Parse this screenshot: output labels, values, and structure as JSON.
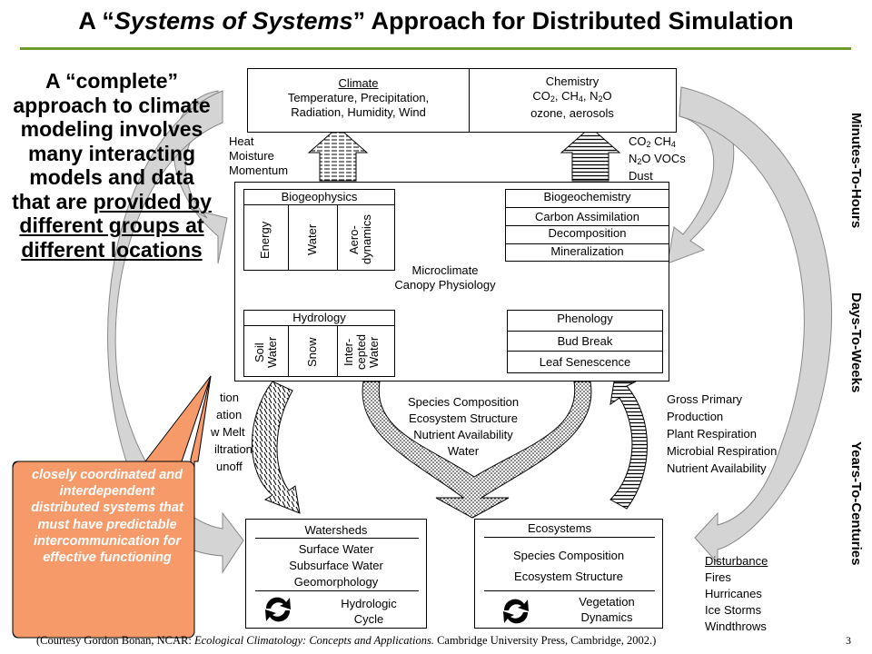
{
  "title": {
    "pre": "A “",
    "italic": "Systems of Systems",
    "post": "” Approach for Distributed Simulation"
  },
  "left_text": {
    "pre": "A “complete” approach to climate modeling involves many interacting models and data that are ",
    "underlined": "provided by different groups at different locations"
  },
  "callout": "closely coordinated and interdependent distributed systems that must have predictable intercommunication for effective functioning",
  "climate": {
    "title": "Climate",
    "line1": "Temperature, Precipitation,",
    "line2": "Radiation, Humidity, Wind"
  },
  "chemistry": {
    "title": "Chemistry",
    "line1": "CO2, CH4, N2O",
    "line2": "ozone, aerosols"
  },
  "flux_left": [
    "Heat",
    "Moisture",
    "Momentum"
  ],
  "flux_right": [
    "CO2 CH4",
    "N2O VOCs",
    "Dust"
  ],
  "biogeophysics": {
    "title": "Biogeophysics",
    "cols": [
      "Energy",
      "Water",
      "Aero-dynamics"
    ]
  },
  "biogeochemistry": {
    "title": "Biogeochemistry",
    "rows": [
      "Carbon Assimilation",
      "Decomposition",
      "Mineralization"
    ]
  },
  "microclimate": [
    "Microclimate",
    "Canopy Physiology"
  ],
  "hydrology": {
    "title": "Hydrology",
    "cols": [
      "Soil Water",
      "Snow",
      "Inter-cepted Water"
    ]
  },
  "phenology": {
    "title": "Phenology",
    "rows": [
      "Bud Break",
      "Leaf Senescence"
    ]
  },
  "hydro_flux": [
    "tion",
    "ation",
    "w Melt",
    "iltration",
    "unoff"
  ],
  "species_center": [
    "Species Composition",
    "Ecosystem Structure",
    "Nutrient Availability",
    "Water"
  ],
  "gross": [
    "Gross Primary",
    "Production",
    "Plant Respiration",
    "Microbial Respiration",
    "Nutrient Availability"
  ],
  "watersheds": {
    "title": "Watersheds",
    "rows": [
      "Surface Water",
      "Subsurface Water",
      "Geomorphology"
    ],
    "cycle": [
      "Hydrologic",
      "Cycle"
    ]
  },
  "ecosystems": {
    "title": "Ecosystems",
    "rows": [
      "Species Composition",
      "Ecosystem Structure"
    ],
    "cycle": [
      "Vegetation",
      "Dynamics"
    ]
  },
  "disturbance": {
    "title": "Disturbance",
    "items": [
      "Fires",
      "Hurricanes",
      "Ice Storms",
      "Windthrows"
    ]
  },
  "timescales": [
    "Minutes-To-Hours",
    "Days-To-Weeks",
    "Years-To-Centuries"
  ],
  "footer": {
    "pre": "(Courtesy Gordon Bonan, NCAR: ",
    "italic": "Ecological Climatology: Concepts and Applications.",
    "post": " Cambridge University Press, Cambridge, 2002.)"
  },
  "page_number": "3",
  "colors": {
    "rule": "#6f9a2c",
    "callout": "#f79a6a",
    "gray_arrow": "#d4d4d4"
  }
}
